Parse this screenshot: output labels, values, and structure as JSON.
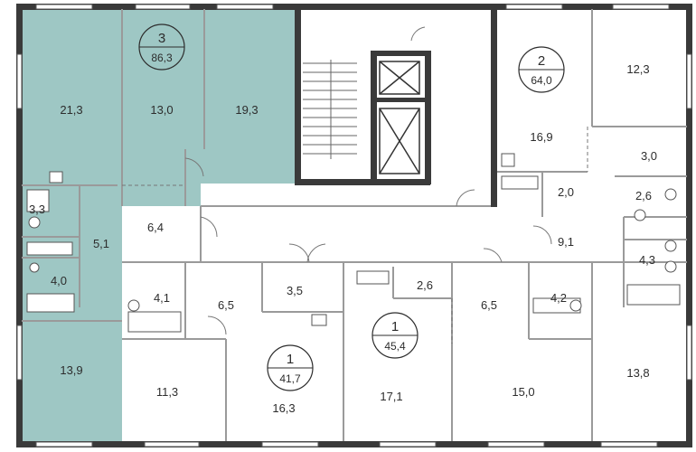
{
  "colors": {
    "highlight": "#9ec7c4",
    "wall": "#3a3a3a",
    "inner_wall": "#9a9a9a",
    "window": "#2e7d74"
  },
  "units": [
    {
      "id": "u3",
      "rooms": "3",
      "area": "86,3"
    },
    {
      "id": "u2",
      "rooms": "2",
      "area": "64,0"
    },
    {
      "id": "u1a",
      "rooms": "1",
      "area": "41,7"
    },
    {
      "id": "u1b",
      "rooms": "1",
      "area": "45,4"
    }
  ],
  "rooms": [
    {
      "id": "r1",
      "label": "21,3"
    },
    {
      "id": "r2",
      "label": "13,0"
    },
    {
      "id": "r3",
      "label": "19,3"
    },
    {
      "id": "r4",
      "label": "3,3"
    },
    {
      "id": "r5",
      "label": "5,1"
    },
    {
      "id": "r6",
      "label": "6,4"
    },
    {
      "id": "r7",
      "label": "4,0"
    },
    {
      "id": "r8",
      "label": "13,9"
    },
    {
      "id": "r9",
      "label": "4,1"
    },
    {
      "id": "r10",
      "label": "6,5"
    },
    {
      "id": "r11",
      "label": "3,5"
    },
    {
      "id": "r12",
      "label": "2,6"
    },
    {
      "id": "r13",
      "label": "6,5"
    },
    {
      "id": "r14",
      "label": "4,2"
    },
    {
      "id": "r15",
      "label": "11,3"
    },
    {
      "id": "r16",
      "label": "16,3"
    },
    {
      "id": "r17",
      "label": "17,1"
    },
    {
      "id": "r18",
      "label": "15,0"
    },
    {
      "id": "r19",
      "label": "13,8"
    },
    {
      "id": "r20",
      "label": "16,9"
    },
    {
      "id": "r21",
      "label": "12,3"
    },
    {
      "id": "r22",
      "label": "3,0"
    },
    {
      "id": "r23",
      "label": "2,0"
    },
    {
      "id": "r24",
      "label": "2,6"
    },
    {
      "id": "r25",
      "label": "9,1"
    },
    {
      "id": "r26",
      "label": "4,3"
    }
  ]
}
